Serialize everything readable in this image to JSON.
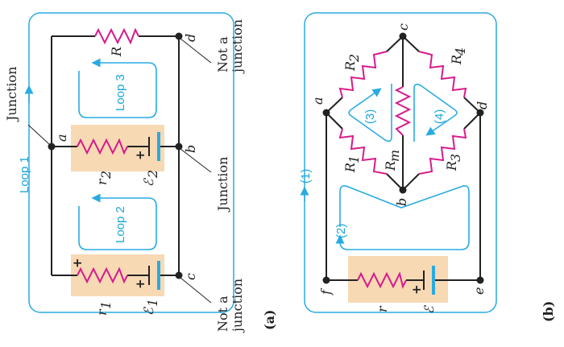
{
  "colors": {
    "wire": "#222222",
    "resistor": "#d81b8c",
    "loop": "#29abe2",
    "battery_plate": "#29abe2",
    "highlight": "#f7d9b4"
  },
  "panel_a": {
    "caption": "(a)",
    "labels": {
      "junction_top": "Junction",
      "loop1": "Loop 1",
      "loop2": "Loop 2",
      "loop3": "Loop 3",
      "R": "R",
      "r2": "r",
      "r2_sub": "2",
      "emf2": "ℰ",
      "emf2_sub": "2",
      "r1": "r",
      "r1_sub": "1",
      "emf1": "ℰ",
      "emf1_sub": "1",
      "node_a": "a",
      "node_b": "b",
      "node_c": "c",
      "node_d": "d",
      "not_junction_d": "Not a junction",
      "junction_b": "Junction",
      "not_junction_c": "Not a junction",
      "plus": "+"
    }
  },
  "panel_b": {
    "caption": "(b)",
    "labels": {
      "node_a": "a",
      "node_b": "b",
      "node_c": "c",
      "node_d": "d",
      "node_e": "e",
      "node_f": "f",
      "R1": "R",
      "R1_sub": "1",
      "R2": "R",
      "R2_sub": "2",
      "R3": "R",
      "R3_sub": "3",
      "R4": "R",
      "R4_sub": "4",
      "Rm": "R",
      "Rm_sub": "m",
      "r": "r",
      "emf": "ℰ",
      "loop1": "(1)",
      "loop2": "(2)",
      "loop3": "(3)",
      "loop4": "(4)",
      "plus": "+"
    }
  }
}
